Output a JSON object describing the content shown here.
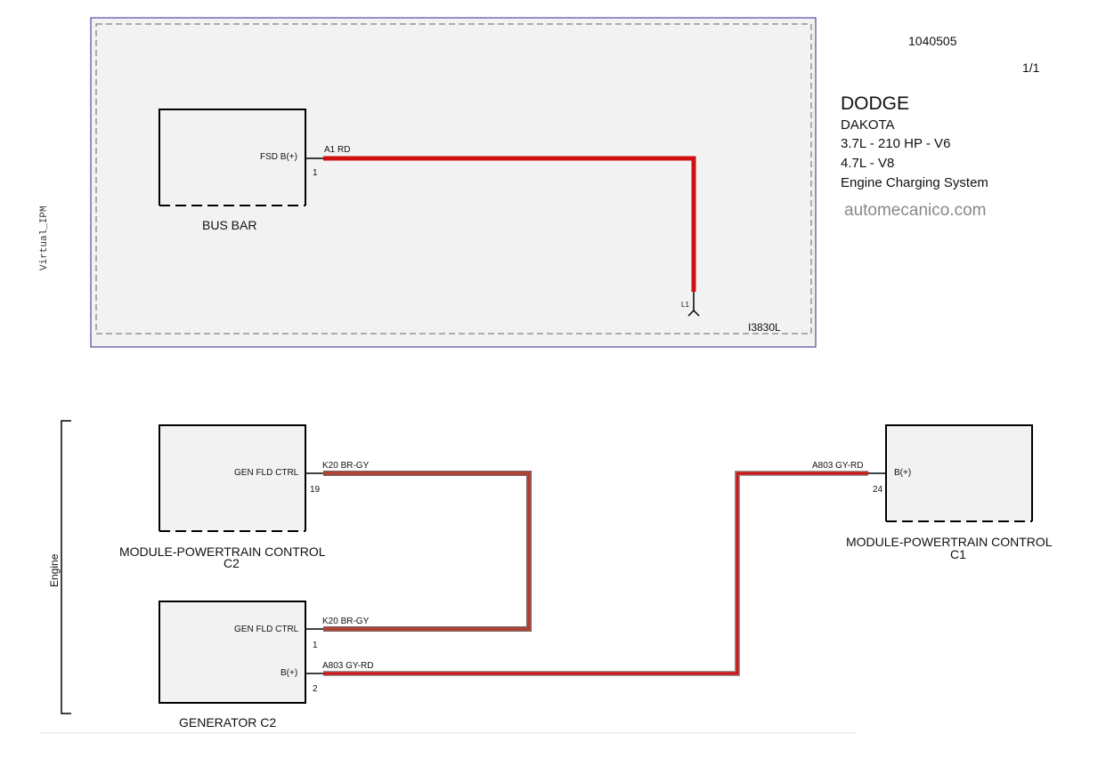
{
  "header": {
    "doc_number": "1040505",
    "page": "1/1",
    "make": "DODGE",
    "model": "DAKOTA",
    "engine1": "3.7L - 210 HP - V6",
    "engine2": "4.7L -  V8",
    "system": "Engine Charging System",
    "watermark": "automecanico.com"
  },
  "zones": {
    "virtual_ipm": "Virtual_IPM",
    "engine": "Engine",
    "ipm_ref": "I3830L"
  },
  "components": {
    "bus_bar": {
      "name": "BUS BAR",
      "pin_label": "FSD B(+)",
      "pin_num": "1"
    },
    "pcm_c2": {
      "name1": "MODULE-POWERTRAIN CONTROL",
      "name2": "C2",
      "pin_label": "GEN FLD CTRL",
      "pin_num": "19"
    },
    "generator": {
      "name": "GENERATOR C2",
      "pin1_label": "GEN FLD CTRL",
      "pin1_num": "1",
      "pin2_label": "B(+)",
      "pin2_num": "2"
    },
    "pcm_c1": {
      "name1": "MODULE-POWERTRAIN CONTROL",
      "name2": "C1",
      "pin_label": "B(+)",
      "pin_num": "24"
    }
  },
  "wires": {
    "a1": "A1 RD",
    "k20_top": "K20 BR-GY",
    "k20_bottom": "K20 BR-GY",
    "a803_gen": "A803 GY-RD",
    "a803_pcm": "A803 GY-RD",
    "splice": "L1"
  },
  "colors": {
    "red_wire": "#d01010",
    "brown_gray_wire": "#8a5a55",
    "zone_border": "#2a2a8a",
    "component_fill": "#f2f2f2"
  }
}
